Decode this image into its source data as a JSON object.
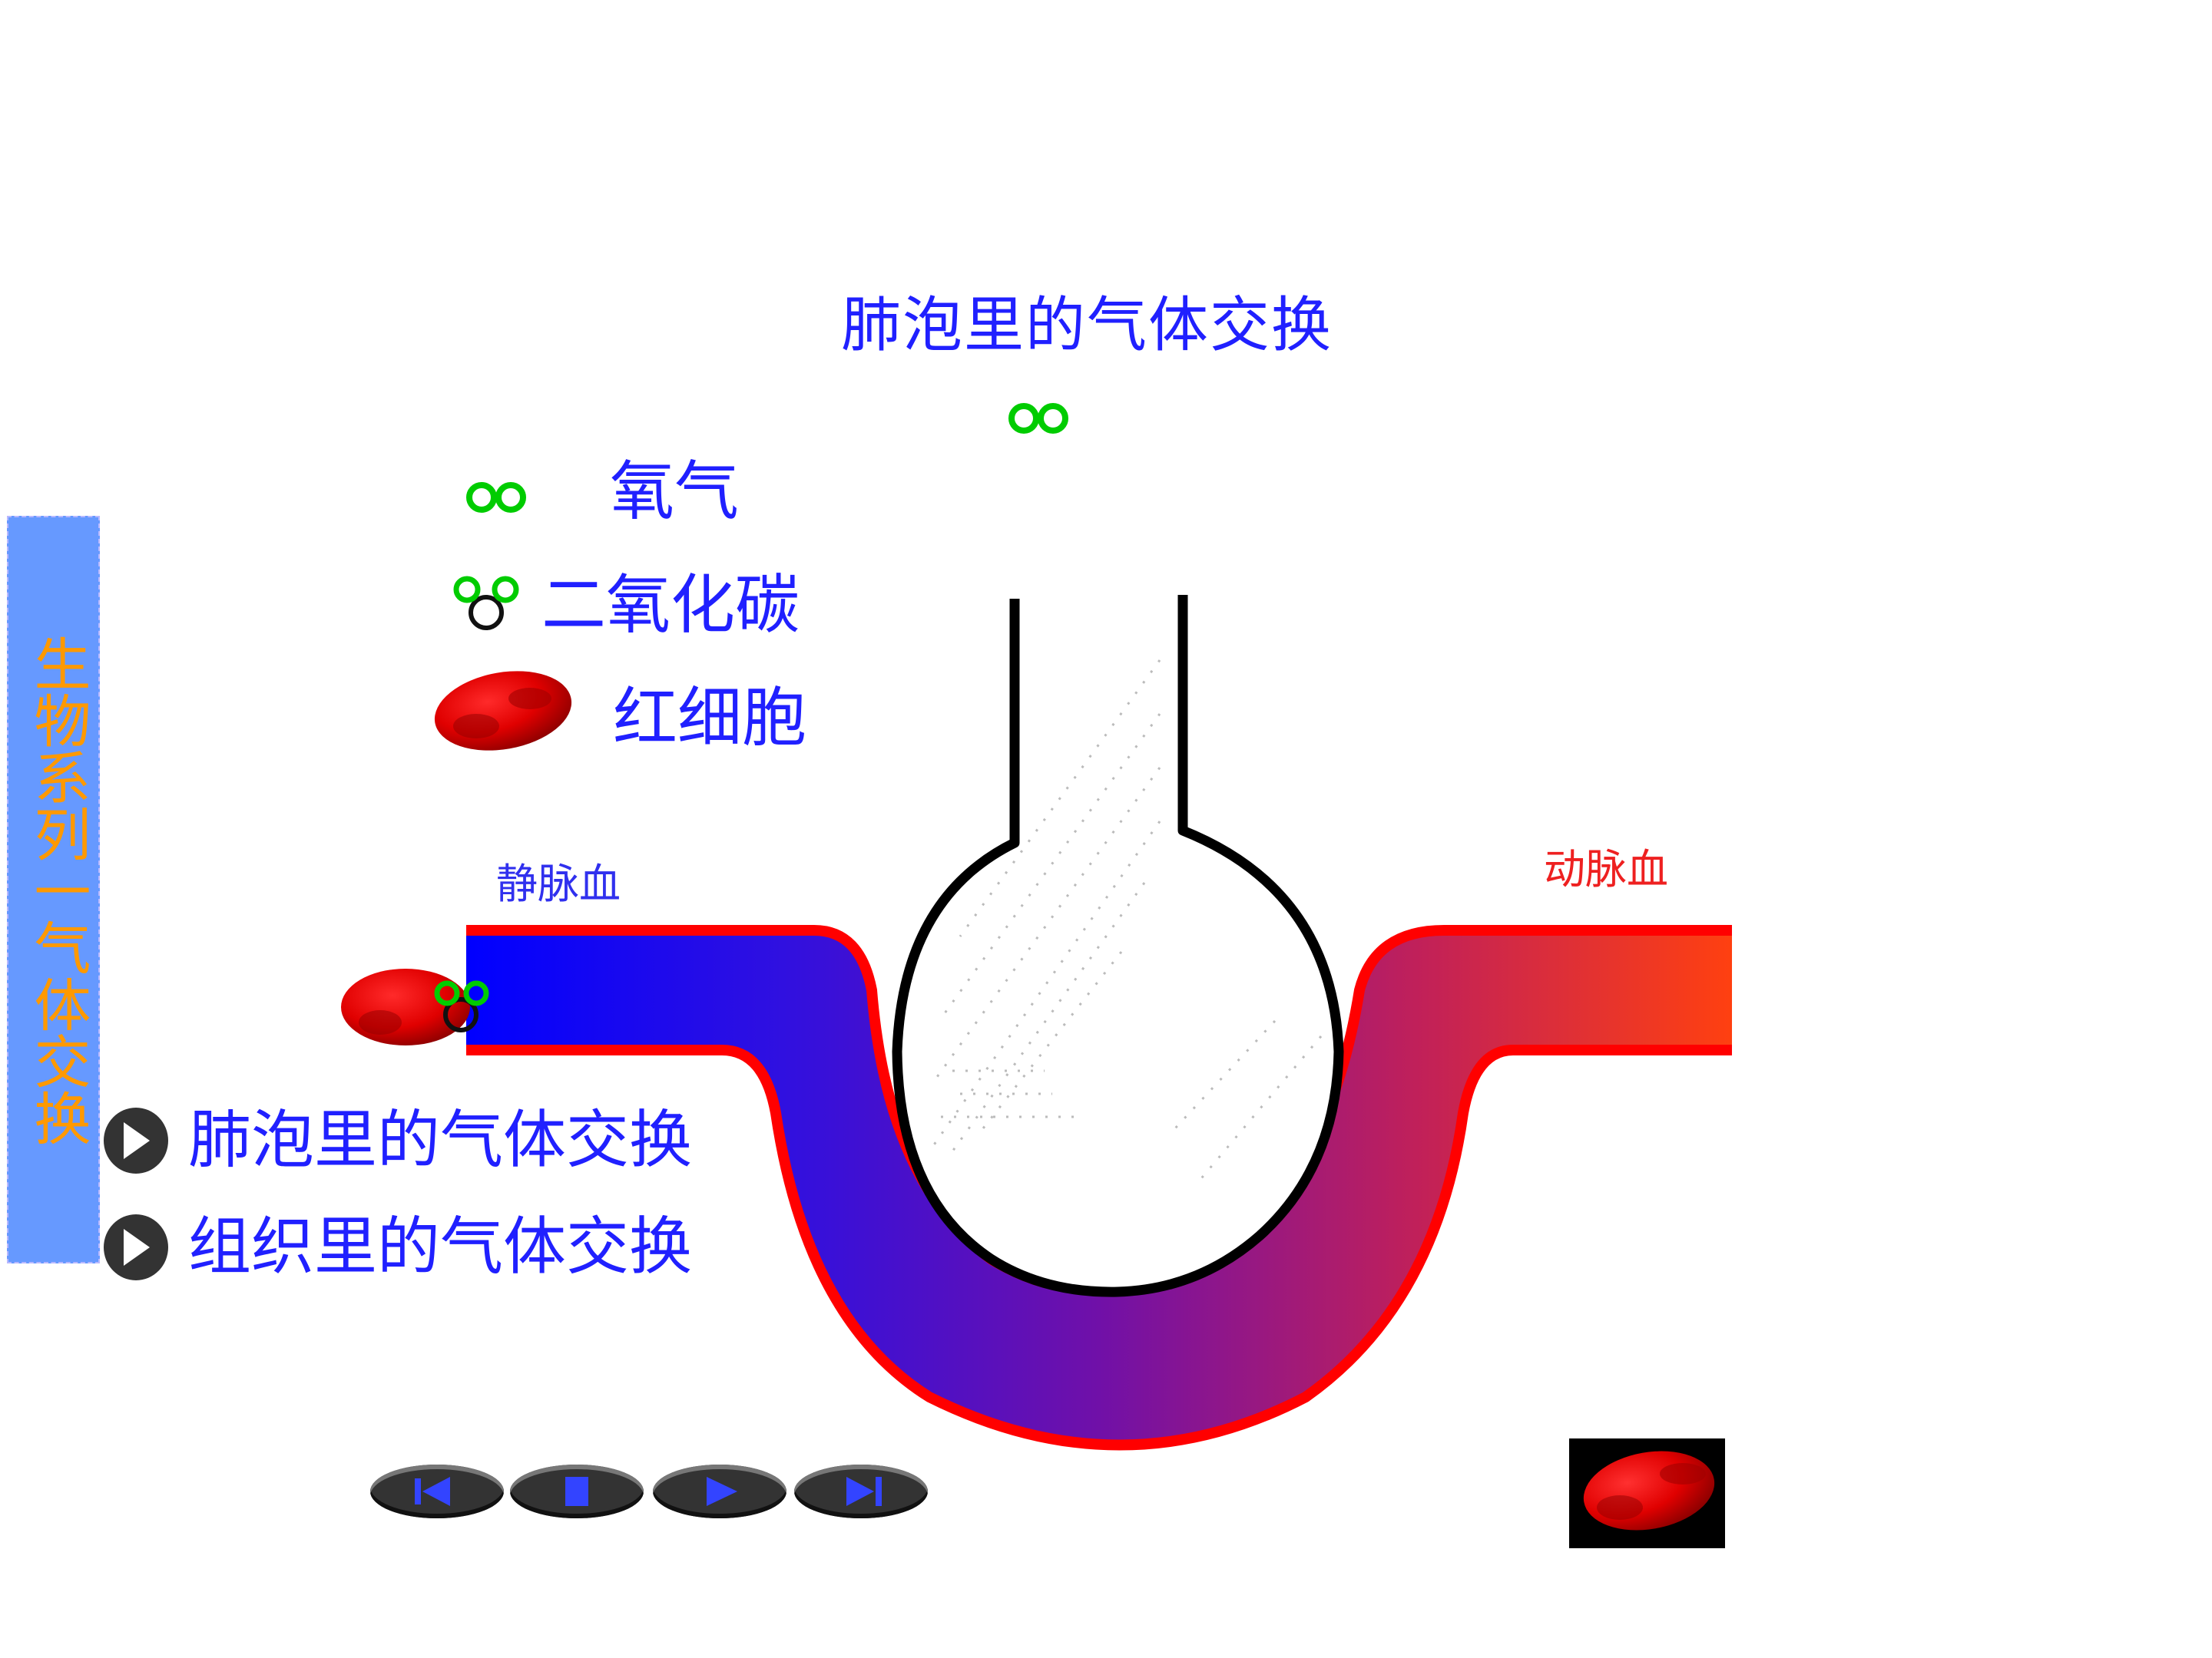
{
  "title": "肺泡里的气体交换",
  "legend": {
    "oxygen": {
      "icon": "oxygen-molecule-icon",
      "label": "氧气"
    },
    "carbon_dioxide": {
      "icon": "carbon-dioxide-molecule-icon",
      "label": "二氧化碳"
    },
    "red_blood_cell": {
      "icon": "red-blood-cell-icon",
      "label": "红细胞"
    }
  },
  "sidebar": {
    "label": "生物系列一气体交换"
  },
  "vessel": {
    "venous_label": "静脉血",
    "arterial_label": "动脉血",
    "venous_color": "#0000ff",
    "arterial_color": "#ff3010",
    "wall_color": "#ff0000"
  },
  "nav": {
    "items": [
      {
        "label": "肺泡里的气体交换",
        "icon": "arrow-right-circle-icon"
      },
      {
        "label": "组织里的气体交换",
        "icon": "arrow-right-circle-icon"
      }
    ]
  },
  "media_controls": [
    {
      "name": "rewind-button",
      "icon": "skip-back-icon"
    },
    {
      "name": "stop-button",
      "icon": "stop-icon"
    },
    {
      "name": "play-button",
      "icon": "play-icon"
    },
    {
      "name": "skip-forward-button",
      "icon": "skip-forward-icon"
    }
  ],
  "colors": {
    "text_blue": "#2020ff",
    "sidebar_bg": "#6699ff",
    "sidebar_text": "#ff9900",
    "oxygen_green": "#00cc00",
    "control_blue": "#3344ff"
  }
}
